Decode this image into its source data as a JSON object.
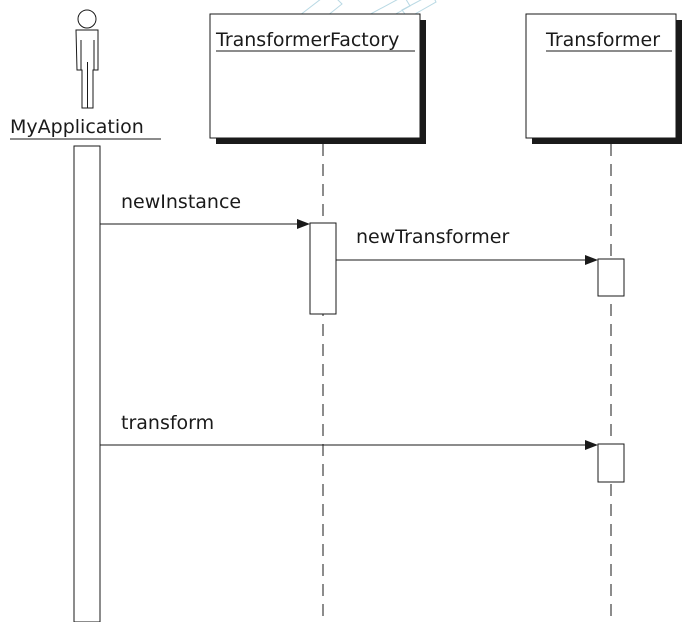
{
  "actor": {
    "name": "MyApplication",
    "icon": "stick-figure-icon"
  },
  "participants": [
    {
      "name": "TransformerFactory"
    },
    {
      "name": "Transformer"
    }
  ],
  "messages": [
    {
      "label": "newInstance",
      "from": "MyApplication",
      "to": "TransformerFactory"
    },
    {
      "label": "newTransformer",
      "from": "TransformerFactory",
      "to": "Transformer"
    },
    {
      "label": "transform",
      "from": "MyApplication",
      "to": "Transformer"
    }
  ],
  "colors": {
    "ink": "#1a1a1a",
    "watermark": "#b9d9e4",
    "background": "#ffffff"
  }
}
